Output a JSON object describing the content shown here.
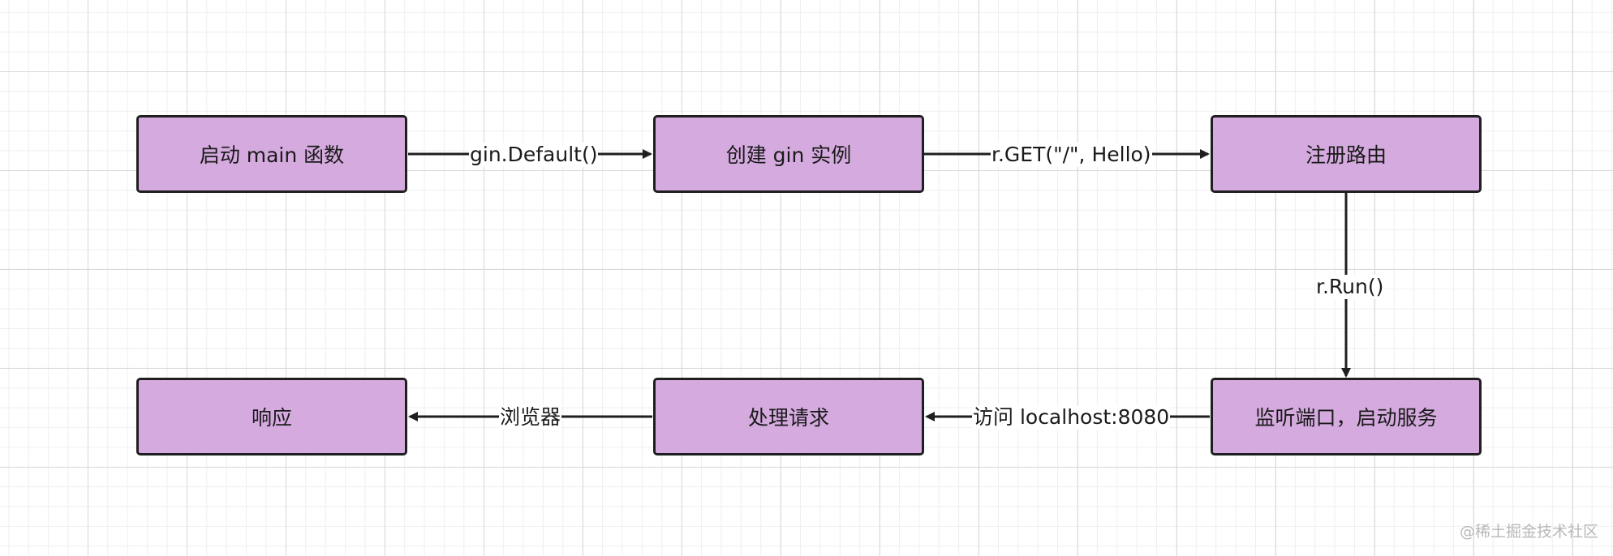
{
  "nodes": {
    "start_main": "启动 main 函数",
    "create_gin": "创建 gin 实例",
    "register_route": "注册路由",
    "listen_port": "监听端口，启动服务",
    "handle_request": "处理请求",
    "response": "响应"
  },
  "edges": {
    "gin_default": "gin.Default()",
    "r_get": "r.GET(\"/\", Hello)",
    "r_run": "r.Run()",
    "visit_localhost": "访问 localhost:8080",
    "browser": "浏览器"
  },
  "watermark": "@稀土掘金技术社区",
  "colors": {
    "node_fill": "#d5aadf",
    "node_border": "#1f1f1f",
    "connector": "#1f1f1f"
  }
}
